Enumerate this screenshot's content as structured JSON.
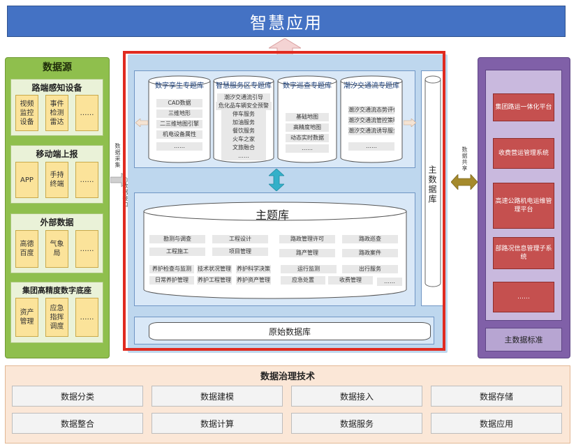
{
  "top_banner": {
    "title": "智慧应用"
  },
  "left_panel": {
    "title": "数据源",
    "groups": [
      {
        "title": "路端感知设备",
        "items": [
          "视频\n监控\n设备",
          "事件\n检测\n雷达",
          "……"
        ]
      },
      {
        "title": "移动端上报",
        "items": [
          "APP",
          "手持\n终端",
          "……"
        ]
      },
      {
        "title": "外部数据",
        "items": [
          "高德\n百度",
          "气象\n局",
          "……"
        ]
      },
      {
        "title": "集团高精度数字底座",
        "items": [
          "资产\n管理",
          "应急\n指挥\n调度",
          "……"
        ]
      }
    ]
  },
  "side_labels": {
    "left_a": "数据采集",
    "left_b": "数据接口",
    "right": "数据共享"
  },
  "topic_dbs": [
    {
      "title": "数字孪生专题库",
      "items": [
        "CAD数据",
        "三维地形",
        "二三维地图引擎",
        "机电设备属性",
        "……"
      ]
    },
    {
      "title": "智慧服务区专题库",
      "items": [
        "潮汐交通流引导",
        "危化品车辆安全预警",
        "停车服务",
        "加油服务",
        "餐饮服务",
        "火车之家",
        "文旅融合",
        "……"
      ]
    },
    {
      "title": "数字巡查专题库",
      "items": [
        "基础地图",
        "高精度地图",
        "动态实时数据",
        "……"
      ]
    },
    {
      "title": "潮汐交通流专题库",
      "items": [
        "潮汐交通流态势评估",
        "潮汐交通流管控策略",
        "潮汐交通流诱导服务",
        "……"
      ]
    }
  ],
  "master_db": {
    "label": "主数据库"
  },
  "theme_db": {
    "title": "主题库",
    "items": [
      "勘测与调查",
      "工程设计",
      "路政管理许可",
      "路政巡查",
      "工程施工",
      "项目管理",
      "路产管理",
      "路政案件",
      "养护检查与监测",
      "技术状况管理",
      "养护科学决策",
      "运行监测",
      "出行服务",
      "日常养护管理",
      "养护工程管理",
      "养护资产管理",
      "应急处置",
      "收费管理",
      "……"
    ]
  },
  "raw_db": {
    "label": "原始数据库"
  },
  "right_panel": {
    "items": [
      "集团路运一体化平台",
      "收费营运管理系统",
      "高速公路机电运维管理平台",
      "部路况信息管理子系统",
      "……"
    ],
    "bottom": "主数据标准"
  },
  "bottom_panel": {
    "title": "数据治理技术",
    "items": [
      "数据分类",
      "数据建模",
      "数据接入",
      "数据存储",
      "数据整合",
      "数据计算",
      "数据服务",
      "数据应用"
    ]
  },
  "colors": {
    "banner": "#4472c4",
    "left_panel": "#8fbf4d",
    "right_panel": "#8060a8",
    "right_box": "#c5504f",
    "highlight_frame": "#e02b20",
    "bottom_panel": "#fbe7d7"
  }
}
